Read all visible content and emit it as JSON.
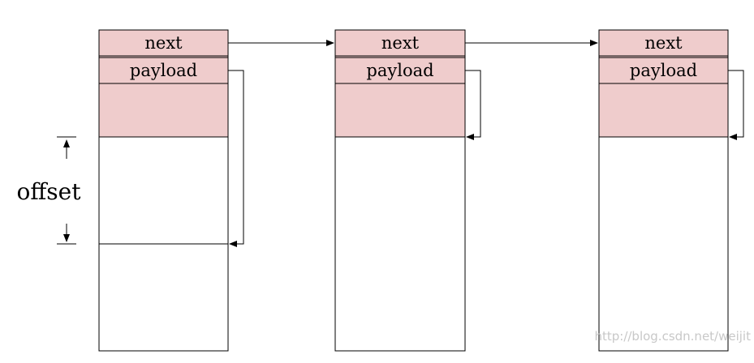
{
  "diagram": {
    "blocks": [
      {
        "next_label": "next",
        "payload_label": "payload"
      },
      {
        "next_label": "next",
        "payload_label": "payload"
      },
      {
        "next_label": "next",
        "payload_label": "payload"
      }
    ],
    "offset_label": "offset",
    "watermark": "http://blog.csdn.net/weijit"
  },
  "colors": {
    "header_fill": "#efcccc",
    "stroke": "#000000",
    "watermark": "#c8c8c8"
  }
}
